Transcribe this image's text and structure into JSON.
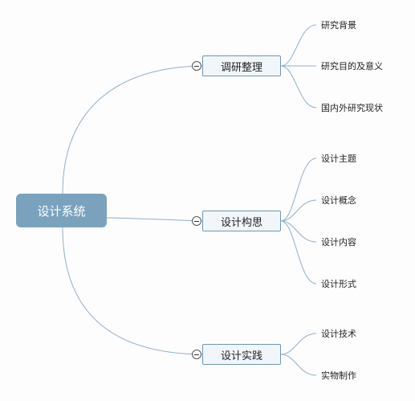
{
  "root": {
    "label": "设计系统"
  },
  "branches": [
    {
      "label": "调研整理",
      "children": [
        "研究背景",
        "研究目的及意义",
        "国内外研究现状"
      ]
    },
    {
      "label": "设计构思",
      "children": [
        "设计主题",
        "设计概念",
        "设计内容",
        "设计形式"
      ]
    },
    {
      "label": "设计实践",
      "children": [
        "设计技术",
        "实物制作"
      ]
    }
  ],
  "colors": {
    "root_fill": "#7aa2bd",
    "branch_fill": "#f0f6fa",
    "branch_border": "#6f97b3",
    "connector": "#8fb0c6"
  }
}
